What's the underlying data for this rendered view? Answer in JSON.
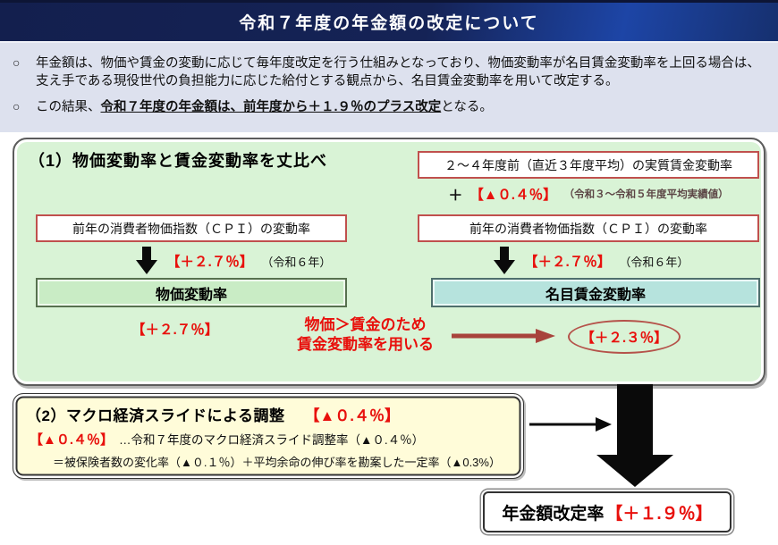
{
  "colors": {
    "header_navy": "#131f4e",
    "header_blue": "#1d45a6",
    "accent_red": "#e8100c",
    "dark_red_arrow": "#a8433c",
    "panel_green": "#d9f3d6",
    "box_green": "#c9ecc5",
    "box_teal": "#b6e3dd",
    "box_yellow": "#fffcd9",
    "cpi_border_red": "#c0504d",
    "intro_lavender": "#dde1ee"
  },
  "header": {
    "title": "令和７年度の年金額の改定について"
  },
  "intro": {
    "bullet_marker": "○",
    "bullet1": "年金額は、物価や賃金の変動に応じて毎年度改定を行う仕組みとなっており、物価変動率が名目賃金変動率を上回る場合は、支え手である現役世代の負担能力に応じた給付とする観点から、名目賃金変動率を用いて改定する。",
    "bullet2_prefix": "この結果、",
    "bullet2_emphasis": "令和７年度の年金額は、前年度から＋１.９％のプラス改定",
    "bullet2_suffix": "となる。"
  },
  "section1": {
    "heading": "（1）物価変動率と賃金変動率を丈比べ",
    "real_wage_box": "２～４年度前（直近３年度平均）の実質賃金変動率",
    "plus": "＋",
    "real_wage_rate": "【▲０.４％】",
    "real_wage_note": "（令和３～令和５年度平均実績値）",
    "cpi_left": "前年の消費者物価指数（ＣＰＩ）の変動率",
    "cpi_right": "前年の消費者物価指数（ＣＰＩ）の変動率",
    "cpi_rate_left": "【＋２.７％】",
    "cpi_year_left": "（令和６年）",
    "cpi_rate_right": "【＋２.７％】",
    "cpi_year_right": "（令和６年）",
    "price_box": "物価変動率",
    "wage_box": "名目賃金変動率",
    "price_rate": "【＋２.７％】",
    "reason_line1": "物価＞賃金のため",
    "reason_line2": "賃金変動率を用いる",
    "wage_result": "【＋２.３％】"
  },
  "section2": {
    "heading": "（2）マクロ経済スライドによる調整",
    "heading_rate": "【▲０.４％】",
    "line2_rate": "【▲０.４％】",
    "line2_text": "…令和７年度のマクロ経済スライド調整率（▲０.４％）",
    "line3": "＝被保険者数の変化率（▲０.１％）＋平均余命の伸び率を勘案した一定率（▲0.3%）"
  },
  "result": {
    "label": "年金額改定率",
    "rate": "【＋１.９％】"
  }
}
